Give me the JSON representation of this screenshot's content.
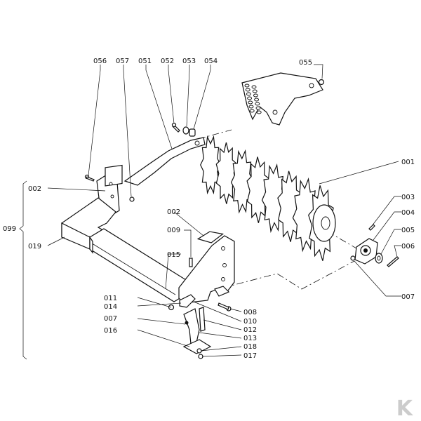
{
  "labels": {
    "p001": "001",
    "p002a": "002",
    "p002b": "002",
    "p003": "003",
    "p004": "004",
    "p005": "005",
    "p006": "006",
    "p007a": "007",
    "p007b": "007",
    "p008": "008",
    "p009": "009",
    "p010": "010",
    "p011": "011",
    "p012": "012",
    "p013": "013",
    "p014": "014",
    "p015": "015",
    "p016": "016",
    "p017": "017",
    "p018": "018",
    "p019": "019",
    "p051": "051",
    "p052": "052",
    "p053": "053",
    "p054": "054",
    "p055": "055",
    "p056": "056",
    "p057": "057",
    "p099": "099"
  },
  "logo": {
    "text": "K"
  },
  "colors": {
    "ink": "#111111",
    "paper": "#ffffff",
    "logo": "#cccccc"
  }
}
